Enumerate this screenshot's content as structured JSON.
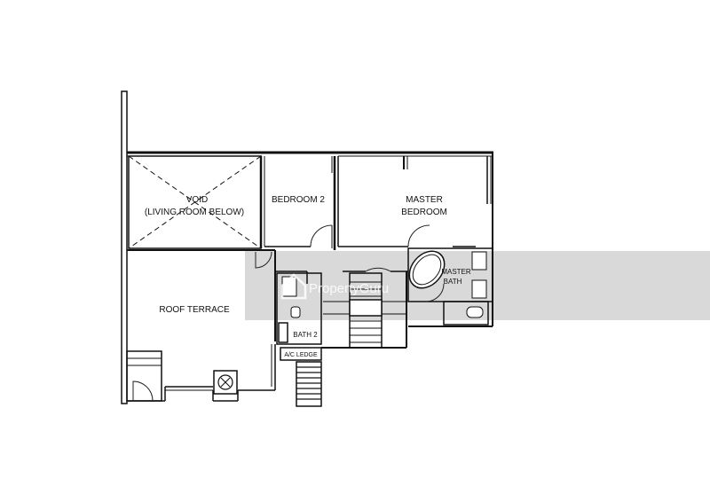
{
  "rooms": {
    "void_line1": "VOID",
    "void_line2": "(LIVING ROOM BELOW)",
    "bedroom2": "BEDROOM 2",
    "master_line1": "MASTER",
    "master_line2": "BEDROOM",
    "roof_terrace": "ROOF TERRACE",
    "bath2": "BATH 2",
    "master_bath_line1": "MASTER",
    "master_bath_line2": "BATH",
    "ac_ledge": "A/C LEDGE"
  },
  "watermark": {
    "text": "PropertyGuru",
    "band_color": "#b9b9b9"
  }
}
